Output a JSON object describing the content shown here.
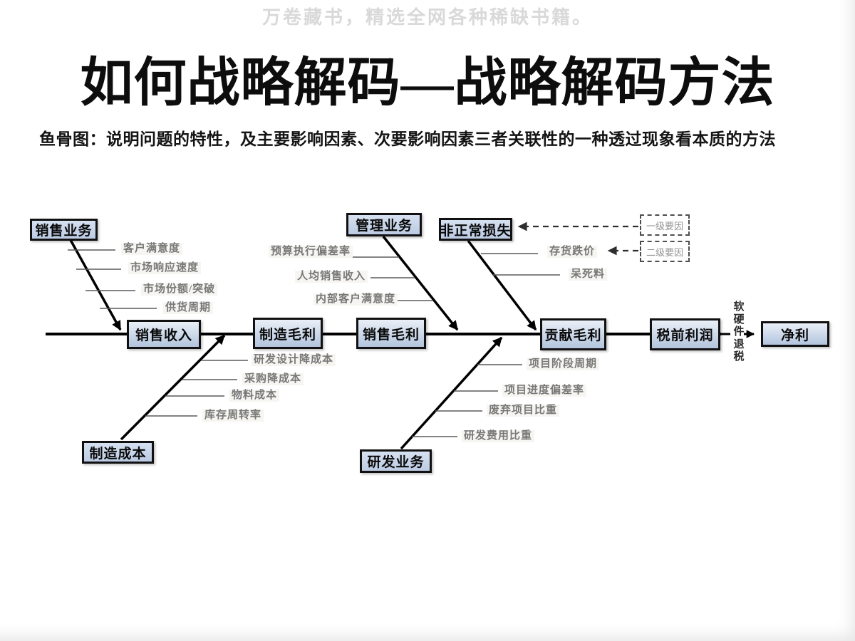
{
  "watermark": "万卷藏书，精选全网各种稀缺书籍。",
  "title": "如何战略解码—战略解码方法",
  "subtitle": "鱼骨图：说明问题的特性，及主要影响因素、次要影响因素三者关联性的一种透过现象看本质的方法",
  "fishbone": {
    "cause_boxes": {
      "sales": "销售业务",
      "management": "管理业务",
      "abnormal_loss": "非正常损失",
      "manufacturing_cost": "制造成本",
      "rd": "研发业务"
    },
    "spine_boxes": {
      "sales_revenue": "销售收入",
      "manufacturing_margin": "制造毛利",
      "sales_margin": "销售毛利",
      "contribution_margin": "贡献毛利",
      "pretax_profit": "税前利润",
      "net_profit": "净利"
    },
    "factors": {
      "sales": [
        "客户满意度",
        "市场响应速度",
        "市场份额/突破",
        "供货周期"
      ],
      "management": [
        "预算执行偏差率",
        "人均销售收入",
        "内部客户满意度"
      ],
      "abnormal_loss": [
        "存货跌价",
        "呆死料"
      ],
      "manufacturing_cost": [
        "研发设计降成本",
        "采购降成本",
        "物料成本",
        "库存周转率"
      ],
      "rd": [
        "项目阶段周期",
        "项目进度偏差率",
        "废弃项目比重",
        "研发费用比重"
      ]
    },
    "legend": {
      "level1": "一级要因",
      "level2": "二级要因"
    },
    "tax_note": "软硬件退税"
  },
  "colors": {
    "box_border": "#111111",
    "box_fill_top": "#eaeff7",
    "box_fill_bottom": "#b2c4dd",
    "bone": "#000000",
    "factor_text": "#787878",
    "legend_text": "#949494",
    "watermark_text": "#d9d9d9"
  }
}
